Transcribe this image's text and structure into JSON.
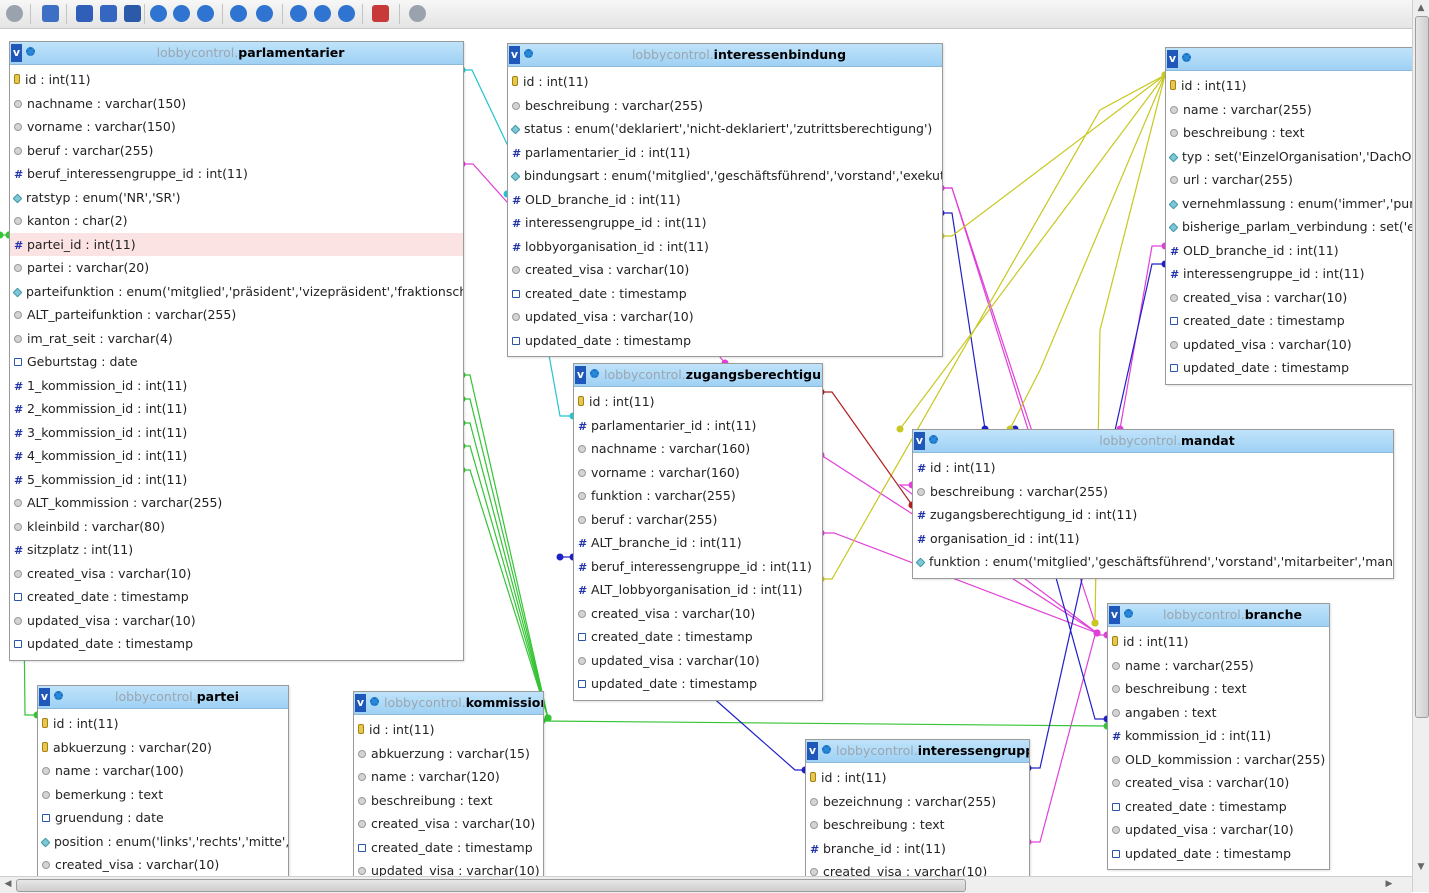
{
  "toolbar": {
    "buttons": [
      {
        "name": "toggle-menu-icon",
        "color": "#9aa3ad"
      },
      {
        "name": "zoom-fit-icon",
        "color": "#3d6fc4"
      },
      {
        "name": "save-icon",
        "color": "#2f5fb8"
      },
      {
        "name": "export-icon",
        "color": "#3567c0"
      },
      {
        "name": "angular-links-icon",
        "color": "#2b5aa8"
      },
      {
        "name": "toggle-all-icon",
        "color": "#2f74d0"
      },
      {
        "name": "relation-lines-icon",
        "color": "#2f74d0"
      },
      {
        "name": "help-icon",
        "color": "#2f74d0"
      },
      {
        "name": "snap-grid-icon",
        "color": "#2f74d0"
      },
      {
        "name": "grid-icon",
        "color": "#2f74d0"
      },
      {
        "name": "small-big-all-icon",
        "color": "#2f74d0"
      },
      {
        "name": "move-all-icon",
        "color": "#2f74d0"
      },
      {
        "name": "reload-icon",
        "color": "#2f74d0"
      },
      {
        "name": "pdf-export-icon",
        "color": "#c83a3a"
      },
      {
        "name": "hide-panel-icon",
        "color": "#9aa3ad"
      }
    ]
  },
  "tables": {
    "parlamentarier": {
      "db": "lobbycontrol",
      "name": "parlamentarier",
      "v": "v",
      "columns": [
        {
          "t": "key",
          "label": "id : int(11)"
        },
        {
          "t": "text",
          "label": "nachname : varchar(150)"
        },
        {
          "t": "text",
          "label": "vorname : varchar(150)"
        },
        {
          "t": "text",
          "label": "beruf : varchar(255)"
        },
        {
          "t": "num",
          "label": "beruf_interessengruppe_id : int(11)"
        },
        {
          "t": "enum",
          "label": "ratstyp : enum('NR','SR')"
        },
        {
          "t": "text",
          "label": "kanton : char(2)"
        },
        {
          "t": "num",
          "label": "partei_id : int(11)",
          "highlight": true
        },
        {
          "t": "text",
          "label": "partei : varchar(20)"
        },
        {
          "t": "enum",
          "label": "parteifunktion : enum('mitglied','präsident','vizepräsident','fraktionschef')"
        },
        {
          "t": "text",
          "label": "ALT_parteifunktion : varchar(255)"
        },
        {
          "t": "text",
          "label": "im_rat_seit : varchar(4)"
        },
        {
          "t": "date",
          "label": "Geburtstag : date"
        },
        {
          "t": "num",
          "label": "1_kommission_id : int(11)"
        },
        {
          "t": "num",
          "label": "2_kommission_id : int(11)"
        },
        {
          "t": "num",
          "label": "3_kommission_id : int(11)"
        },
        {
          "t": "num",
          "label": "4_kommission_id : int(11)"
        },
        {
          "t": "num",
          "label": "5_kommission_id : int(11)"
        },
        {
          "t": "text",
          "label": "ALT_kommission : varchar(255)"
        },
        {
          "t": "text",
          "label": "kleinbild : varchar(80)"
        },
        {
          "t": "num",
          "label": "sitzplatz : int(11)"
        },
        {
          "t": "text",
          "label": "created_visa : varchar(10)"
        },
        {
          "t": "date",
          "label": "created_date : timestamp"
        },
        {
          "t": "text",
          "label": "updated_visa : varchar(10)"
        },
        {
          "t": "date",
          "label": "updated_date : timestamp"
        }
      ]
    },
    "interessenbindung": {
      "db": "lobbycontrol",
      "name": "interessenbindung",
      "v": "v",
      "columns": [
        {
          "t": "key",
          "label": "id : int(11)"
        },
        {
          "t": "text",
          "label": "beschreibung : varchar(255)"
        },
        {
          "t": "enum",
          "label": "status : enum('deklariert','nicht-deklariert','zutrittsberechtigung')"
        },
        {
          "t": "num",
          "label": "parlamentarier_id : int(11)"
        },
        {
          "t": "enum",
          "label": "bindungsart : enum('mitglied','geschäftsführend','vorstand','exekutiv')"
        },
        {
          "t": "num",
          "label": "OLD_branche_id : int(11)"
        },
        {
          "t": "num",
          "label": "interessengruppe_id : int(11)"
        },
        {
          "t": "num",
          "label": "lobbyorganisation_id : int(11)"
        },
        {
          "t": "text",
          "label": "created_visa : varchar(10)"
        },
        {
          "t": "date",
          "label": "created_date : timestamp"
        },
        {
          "t": "text",
          "label": "updated_visa : varchar(10)"
        },
        {
          "t": "date",
          "label": "updated_date : timestamp"
        }
      ]
    },
    "organisation": {
      "db": "",
      "name": "",
      "v": "v",
      "columns": [
        {
          "t": "key",
          "label": "id : int(11)"
        },
        {
          "t": "text",
          "label": "name : varchar(255)"
        },
        {
          "t": "text",
          "label": "beschreibung : text"
        },
        {
          "t": "enum",
          "label": "typ : set('EinzelOrganisation','DachOrg"
        },
        {
          "t": "text",
          "label": "url : varchar(255)"
        },
        {
          "t": "enum",
          "label": "vernehmlassung : enum('immer','pun"
        },
        {
          "t": "enum",
          "label": "bisherige_parlam_verbindung : set('e"
        },
        {
          "t": "num",
          "label": "OLD_branche_id : int(11)"
        },
        {
          "t": "num",
          "label": "interessengruppe_id : int(11)"
        },
        {
          "t": "text",
          "label": "created_visa : varchar(10)"
        },
        {
          "t": "date",
          "label": "created_date : timestamp"
        },
        {
          "t": "text",
          "label": "updated_visa : varchar(10)"
        },
        {
          "t": "date",
          "label": "updated_date : timestamp"
        }
      ]
    },
    "zugangsberechtigung": {
      "db": "lobbycontrol",
      "name": "zugangsberechtigung",
      "v": "v",
      "columns": [
        {
          "t": "key",
          "label": "id : int(11)"
        },
        {
          "t": "num",
          "label": "parlamentarier_id : int(11)"
        },
        {
          "t": "text",
          "label": "nachname : varchar(160)"
        },
        {
          "t": "text",
          "label": "vorname : varchar(160)"
        },
        {
          "t": "text",
          "label": "funktion : varchar(255)"
        },
        {
          "t": "text",
          "label": "beruf : varchar(255)"
        },
        {
          "t": "num",
          "label": "ALT_branche_id : int(11)"
        },
        {
          "t": "num",
          "label": "beruf_interessengruppe_id : int(11)"
        },
        {
          "t": "num",
          "label": "ALT_lobbyorganisation_id : int(11)"
        },
        {
          "t": "text",
          "label": "created_visa : varchar(10)"
        },
        {
          "t": "date",
          "label": "created_date : timestamp"
        },
        {
          "t": "text",
          "label": "updated_visa : varchar(10)"
        },
        {
          "t": "date",
          "label": "updated_date : timestamp"
        }
      ]
    },
    "mandat": {
      "db": "lobbycontrol",
      "name": "mandat",
      "v": "v",
      "columns": [
        {
          "t": "num",
          "label": "id : int(11)"
        },
        {
          "t": "text",
          "label": "beschreibung : varchar(255)"
        },
        {
          "t": "num",
          "label": "zugangsberechtigung_id : int(11)"
        },
        {
          "t": "num",
          "label": "organisation_id : int(11)"
        },
        {
          "t": "enum",
          "label": "funktion : enum('mitglied','geschäftsführend','vorstand','mitarbeiter','mandat')"
        }
      ]
    },
    "branche": {
      "db": "lobbycontrol",
      "name": "branche",
      "v": "v",
      "columns": [
        {
          "t": "key",
          "label": "id : int(11)"
        },
        {
          "t": "text",
          "label": "name : varchar(255)"
        },
        {
          "t": "text",
          "label": "beschreibung : text"
        },
        {
          "t": "text",
          "label": "angaben : text"
        },
        {
          "t": "num",
          "label": "kommission_id : int(11)"
        },
        {
          "t": "text",
          "label": "OLD_kommission : varchar(255)"
        },
        {
          "t": "text",
          "label": "created_visa : varchar(10)"
        },
        {
          "t": "date",
          "label": "created_date : timestamp"
        },
        {
          "t": "text",
          "label": "updated_visa : varchar(10)"
        },
        {
          "t": "date",
          "label": "updated_date : timestamp"
        }
      ]
    },
    "partei": {
      "db": "lobbycontrol",
      "name": "partei",
      "v": "v",
      "columns": [
        {
          "t": "key",
          "label": "id : int(11)"
        },
        {
          "t": "key",
          "label": "abkuerzung : varchar(20)"
        },
        {
          "t": "text",
          "label": "name : varchar(100)"
        },
        {
          "t": "text",
          "label": "bemerkung : text"
        },
        {
          "t": "date",
          "label": "gruendung : date"
        },
        {
          "t": "enum",
          "label": "position : enum('links','rechts','mitte','')"
        },
        {
          "t": "text",
          "label": "created_visa : varchar(10)"
        }
      ]
    },
    "kommission": {
      "db": "lobbycontrol",
      "name": "kommission",
      "v": "v",
      "columns": [
        {
          "t": "key",
          "label": "id : int(11)"
        },
        {
          "t": "text",
          "label": "abkuerzung : varchar(15)"
        },
        {
          "t": "text",
          "label": "name : varchar(120)"
        },
        {
          "t": "text",
          "label": "beschreibung : text"
        },
        {
          "t": "text",
          "label": "created_visa : varchar(10)"
        },
        {
          "t": "date",
          "label": "created_date : timestamp"
        },
        {
          "t": "text",
          "label": "updated_visa : varchar(10)"
        }
      ]
    },
    "interessengruppe": {
      "db": "lobbycontrol",
      "name": "interessengruppe",
      "v": "v",
      "columns": [
        {
          "t": "key",
          "label": "id : int(11)"
        },
        {
          "t": "text",
          "label": "bezeichnung : varchar(255)"
        },
        {
          "t": "text",
          "label": "beschreibung : text"
        },
        {
          "t": "num",
          "label": "branche_id : int(11)"
        },
        {
          "t": "text",
          "label": "created_visa : varchar(10)"
        }
      ]
    }
  },
  "relation_colors": {
    "cyan": "#22c4d0",
    "magenta": "#e040d8",
    "green": "#34c434",
    "blue": "#2020c8",
    "olive": "#c8c820",
    "darkred": "#b02020"
  }
}
